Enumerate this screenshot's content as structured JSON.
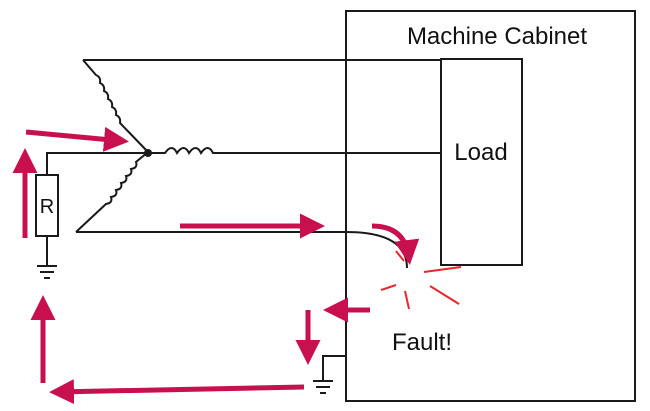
{
  "labels": {
    "cabinet": "Machine Cabinet",
    "load": "Load",
    "resistor": "R",
    "fault": "Fault!"
  },
  "colors": {
    "wire": "#1a1a1a",
    "current_arrow": "#c8104f",
    "spark": "#e8262b",
    "background": "#ffffff"
  },
  "icons": [
    "star-transformer-winding",
    "ground-symbol",
    "resistor",
    "fault-spark"
  ]
}
